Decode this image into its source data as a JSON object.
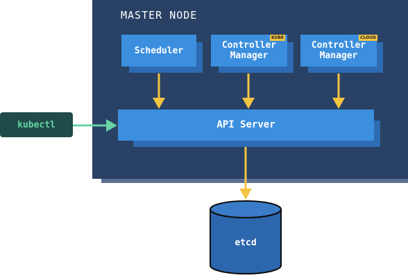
{
  "master_node": {
    "title": "MASTER NODE"
  },
  "components": {
    "scheduler": {
      "label": "Scheduler"
    },
    "controller_kube": {
      "line1": "Controller",
      "line2": "Manager",
      "badge": "KUBE"
    },
    "controller_cloud": {
      "line1": "Controller",
      "line2": "Manager",
      "badge": "CLOUD"
    },
    "api_server": {
      "label": "API Server"
    }
  },
  "kubectl": {
    "label": "kubectl"
  },
  "etcd": {
    "label": "etcd"
  },
  "colors": {
    "panel": "#294164",
    "box": "#3b8fde",
    "arrow_yellow": "#f4c542",
    "arrow_green": "#67d3a6",
    "etcd_fill": "#2c66ad",
    "kubectl_bg": "#1f4b49"
  }
}
